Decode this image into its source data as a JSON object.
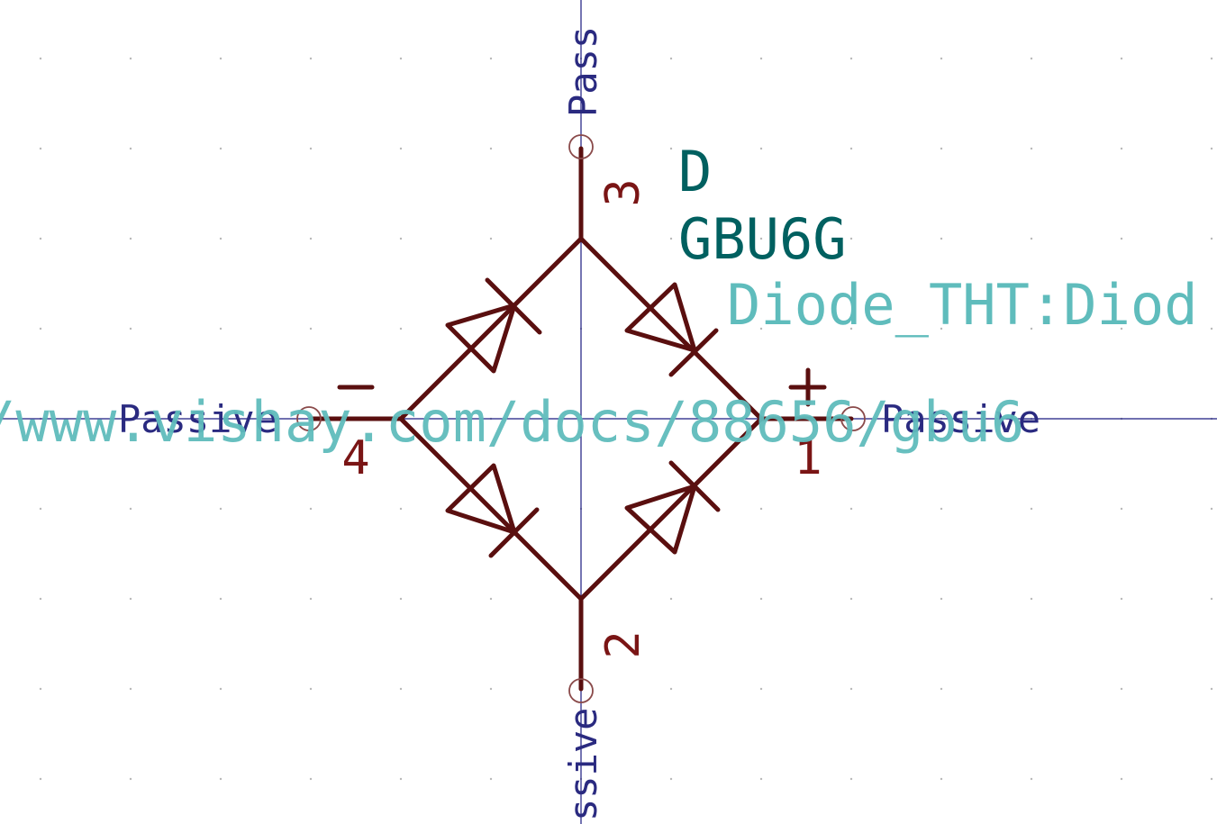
{
  "symbol": {
    "reference": "D",
    "value": "GBU6G",
    "footprint": "Diode_THT:Diod",
    "datasheet": "/www.vishay.com/docs/88656/gbu6"
  },
  "pins": [
    {
      "id": "pin-1",
      "number": "1",
      "type": "Passive",
      "sign": "+"
    },
    {
      "id": "pin-2",
      "number": "2",
      "type": "ssive"
    },
    {
      "id": "pin-3",
      "number": "3",
      "type": "Pass"
    },
    {
      "id": "pin-4",
      "number": "4",
      "type": "Passive",
      "sign": "−"
    }
  ],
  "colors": {
    "body": "#5a0f0f",
    "pin_number": "#7a1515",
    "pin_type": "#2a2a80",
    "reference": "#006060",
    "value": "#006060",
    "field": "#5fbcbc",
    "axis": "#1a1a80",
    "pin_end": "#8a4a4a",
    "grid_dot": "#b8b8b8",
    "background": "#ffffff"
  }
}
